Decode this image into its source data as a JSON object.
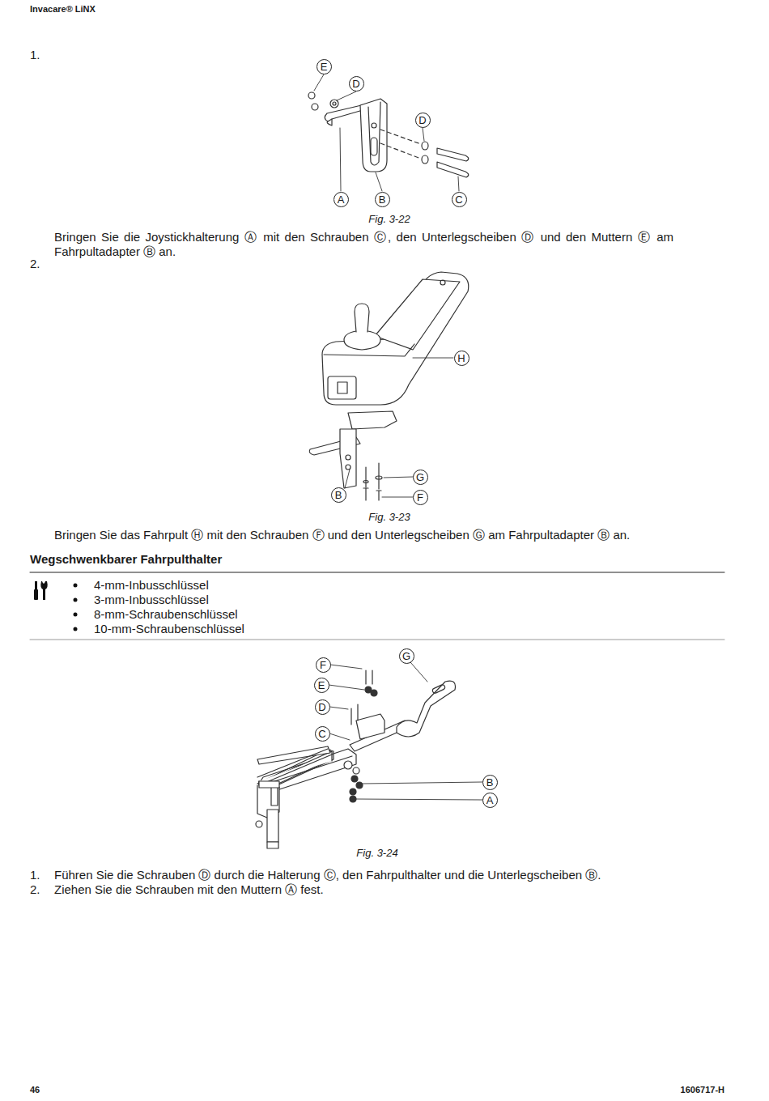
{
  "diagram": {
    "labels": [
      "Invacare® LiNX",
      "1.",
      "E",
      "D",
      "D",
      "A",
      "B",
      "C",
      "Fig. 3-22",
      "Bringen Sie die Joystickhalterung Ⓐ mit den Schrauben Ⓒ, den Unterlegscheiben Ⓓ und den Muttern Ⓔ am Fahrpultadapter Ⓑ an.",
      "2.",
      "H",
      "G",
      "B",
      "F",
      "Fig. 3-23",
      "Bringen Sie das Fahrpult Ⓗ mit den Schrauben Ⓕ und den Unterlegscheiben Ⓖ am Fahrpultadapter Ⓑ an.",
      "Wegschwenkbarer Fahrpulthalter",
      "4-mm-Inbusschlüssel",
      "3-mm-Inbusschlüssel",
      "8-mm-Schraubenschlüssel",
      "10-mm-Schraubenschlüssel",
      "F",
      "E",
      "D",
      "C",
      "G",
      "B",
      "A",
      "Fig. 3-24",
      "1.",
      "Führen Sie die Schrauben Ⓓ durch die Halterung Ⓒ, den Fahrpulthalter und die Unterlegscheiben Ⓑ.",
      "2.",
      "Ziehen Sie die Schrauben mit den Muttern Ⓐ fest.",
      "46",
      "1606717-H"
    ]
  }
}
